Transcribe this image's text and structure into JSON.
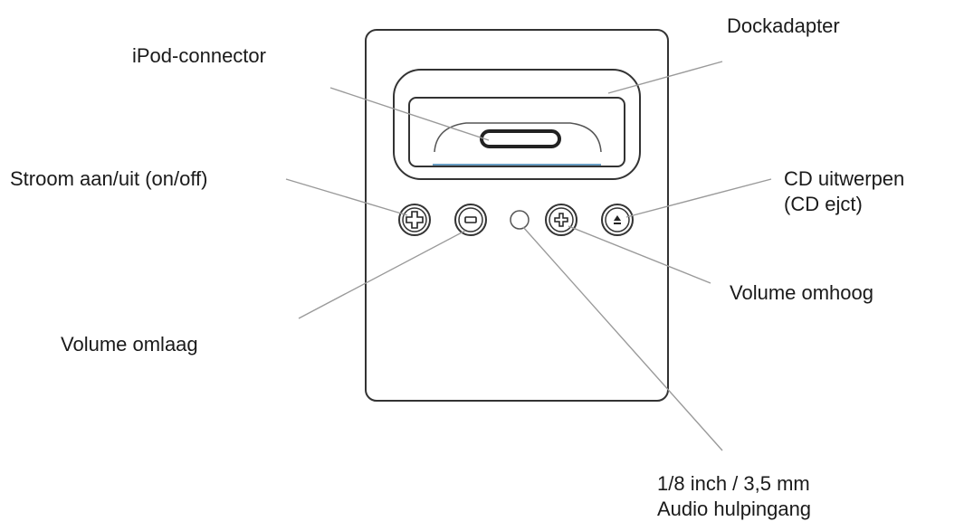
{
  "labels": {
    "dockadapter": "Dockadapter",
    "ipod_connector": "iPod-connector",
    "power": "Stroom aan/uit (on/off)",
    "cd_eject_line1": "CD uitwerpen",
    "cd_eject_line2": "(CD ejct)",
    "volume_up": "Volume omhoog",
    "volume_down": "Volume omlaag",
    "audio_in_line1": "1/8 inch / 3,5 mm",
    "audio_in_line2": "Audio hulpingang"
  },
  "colors": {
    "outline": "#333333",
    "leader_line": "#9a9a9a",
    "dock_accent": "#6a9fc4"
  },
  "icons": [
    "power-icon",
    "minus-icon",
    "plus-icon",
    "eject-icon",
    "audio-jack-icon"
  ]
}
